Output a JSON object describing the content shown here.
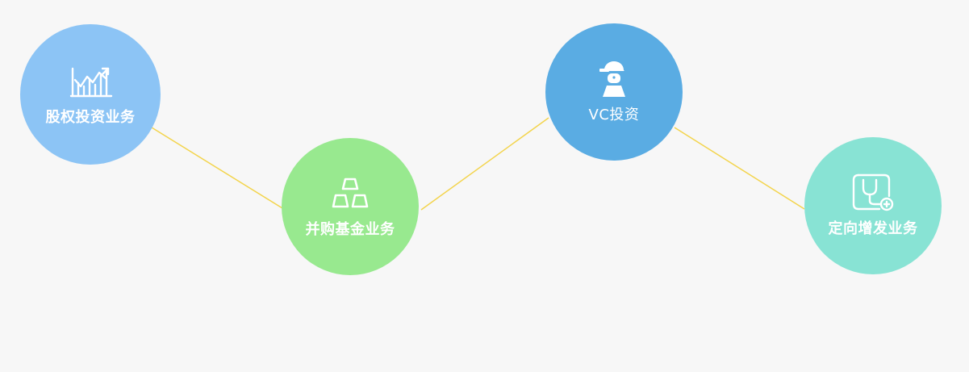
{
  "services": [
    {
      "label": "股权投资业务",
      "icon": "growth-chart-icon",
      "color": "#8cc4f5"
    },
    {
      "label": "并购基金业务",
      "icon": "gold-bars-icon",
      "color": "#98e98f"
    },
    {
      "label": "VC投资",
      "icon": "worker-helmet-icon",
      "color": "#5aace3"
    },
    {
      "label": "定向增发业务",
      "icon": "stethoscope-icon",
      "color": "#88e3d4"
    }
  ],
  "connector_color": "#f3d44c"
}
